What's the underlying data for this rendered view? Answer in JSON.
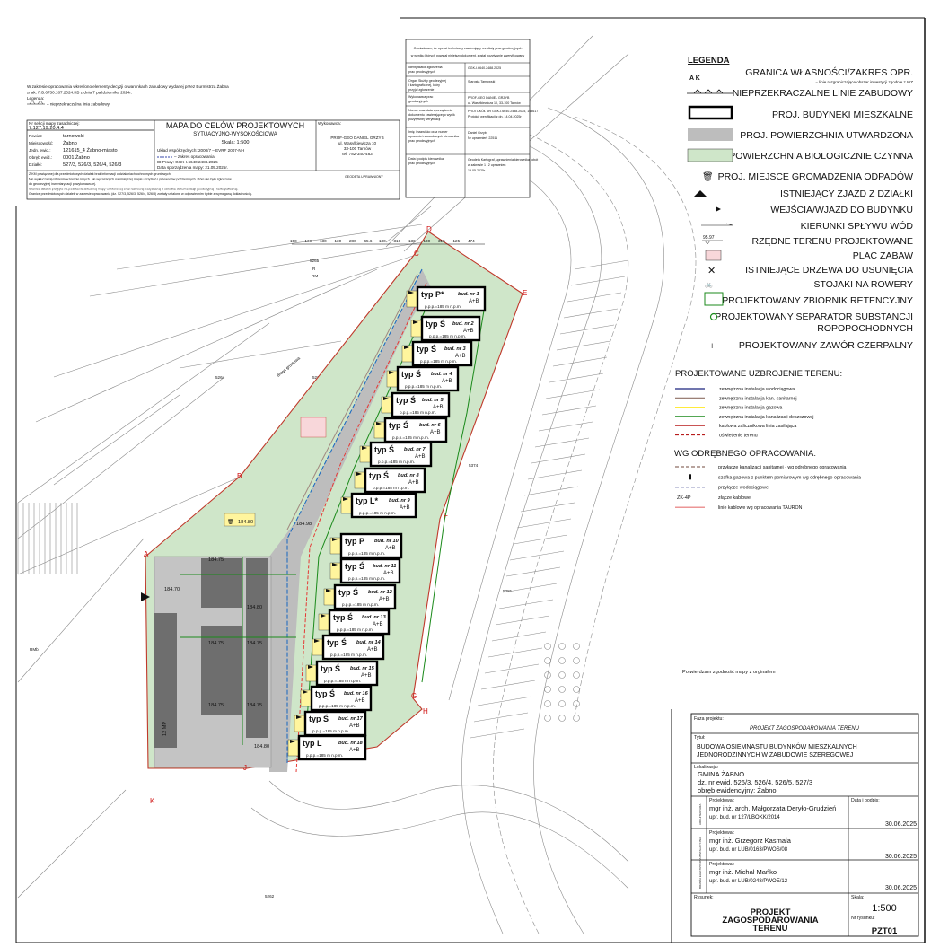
{
  "header": {
    "note_lines": [
      "W zakresie opracowania wkreślono elementy decyzji o warunkach zabudowy wydanej przez Burmistrza Żabna",
      "znak: RG.6730.187.2024.KB z dnia 7 października 2024r.",
      "Legenda:",
      "– nieprzekraczalna linia zabudowy"
    ],
    "section_label": "Nr sekcji mapy zasadniczej:",
    "section_value": "7.127.19.20.4.4",
    "rows": [
      {
        "label": "Powiat:",
        "value": "tarnowski"
      },
      {
        "label": "Miejscowość:",
        "value": "Żabno"
      },
      {
        "label": "Jedn. ewid.:",
        "value": "121615_4 Żabno-miasto"
      },
      {
        "label": "Obręb ewid.:",
        "value": "0001 Żabno"
      },
      {
        "label": "Działki:",
        "value": "527/3, 526/3, 526/4, 526/3"
      }
    ],
    "map_title": "MAPA DO CELÓW PROJEKTOWYCH",
    "map_subtitle": "SYTUACYJNO-WYSOKOŚCIOWA",
    "scale": "Skala: 1:500",
    "coords": "Układ współrzędnych: 2000/7 – EVRF 2007-NH",
    "range": "– zakres opracowania",
    "work_id": "ID Pracy: GGK-I.6640.2488.2025",
    "date": "Data sporządzenia mapy: 21.05.2025r.",
    "contractor_label": "Wykonawca:",
    "contractor_lines": [
      "PROF-GEO DANIEL GRZYB",
      "ul. Wasylkiewicza 10",
      "33-100 Tarnów",
      "tel. 782-340-483"
    ],
    "bottom_notes": [
      "Z KM powiązanej dla przedmiotowych działek brak informacji o działaniach ochronnych gruntowych.",
      "Nie wyklucza się istnienia w terenie innych, nie wykazanych na niniejszej mapie urządzeń i przewodów podziemnych, które nie były zgłoszone",
      "do geodezyjnej inwentaryzacji powykonawczej.",
      "Granice działek przyjęto na podstawie aktualnej mapy wektorowej oraz rastrowej pozyskanej z ośrodka dokumentacji geodezyjnej i kartograficznej.",
      "Granice przedmiotowych działek w zakresie opracowania (dz. 527/3, 526/3, 526/4, 526/3) zostały ustalone w odpowiednim trybie z wymaganą dokładnością."
    ],
    "stamp_lines": [
      "GEODETA UPRAWNIONY"
    ]
  },
  "certificate": {
    "heading": [
      "Oświadczam, że operat techniczny zawierający rezultaty prac geodezyjnych",
      "w wyniku których powstał niniejszy dokument, został pozytywnie zweryfikowany"
    ],
    "rows": [
      {
        "label": [
          "Identyfikator zgłoszenia",
          "prac geodezyjnych"
        ],
        "value": [
          "GGK-I.6640.2488.2025"
        ]
      },
      {
        "label": [
          "Organ Służby geodezyjnej",
          "i kartograficznej, który",
          "przyjął zgłoszenie"
        ],
        "value": [
          "Starosta Tarnowski"
        ]
      },
      {
        "label": [
          "Wykonawca prac",
          "geodezyjnych"
        ],
        "value": [
          "PROF-GEO DANIEL GRZYB",
          "ul. Wasylkiewicza 10, 33-100 Tarnów"
        ]
      },
      {
        "label": [
          "Numer oraz data sporządzenia",
          "dokumentu zawierającego wynik",
          "pozytywnej weryfikacji"
        ],
        "value": [
          "PROTOKÓŁ NR GGK-I.6640.2488.2025, 103617",
          "Protokół weryfikacji z dn. 14.04.2025r"
        ]
      },
      {
        "label": [
          "Imię i nazwisko oraz numer",
          "uprawnień zawodowych kierownika",
          "prac geodezyjnych"
        ],
        "value": [
          "Daniel Grzyb",
          "Nr uprawnień: 22511"
        ]
      },
      {
        "label": [
          "Data i podpis kierownika",
          "prac geodezyjnych"
        ],
        "value": [
          "Geodeta Kartograf, uprawnienia kierownika robót",
          "w zakresie 1 i 2 uprawnień",
          "19.05.2025r."
        ]
      }
    ]
  },
  "legend": {
    "title": "LEGENDA",
    "boundary_letters": "A K",
    "items": [
      {
        "label": "GRANICA WŁASNOŚCI/ZAKRES OPR.",
        "sub": "= linie rozgraniczające obszar inwestycji zgodnie z WZ"
      },
      {
        "label": "NIEPRZEKRACZALNE LINIE ZABUDOWY"
      },
      {
        "label": "PROJ. BUDYNEKI MIESZKALNE"
      },
      {
        "label": "PROJ. POWIERZCHNIA UTWARDZONA"
      },
      {
        "label": "POWIERZCHNIA BIOLOGICZNIE CZYNNA"
      },
      {
        "label": "PROJ. MIEJSCE GROMADZENIA ODPADÓW"
      },
      {
        "label": "ISTNIEJĄCY  ZJAZD Z DZIAŁKI"
      },
      {
        "label": "WEJŚCIA/WJAZD DO BUDYNKU"
      },
      {
        "label": "KIERUNKI SPŁYWU WÓD"
      },
      {
        "label": "RZĘDNE TERENU PROJEKTOWANE",
        "symbol_text": "95.97"
      },
      {
        "label": "PLAC ZABAW"
      },
      {
        "label": "ISTNIEJĄCE DRZEWA DO USUNIĘCIA"
      },
      {
        "label": "STOJAKI NA ROWERY"
      },
      {
        "label": "PROJEKTOWANY ZBIORNIK RETENCYJNY"
      },
      {
        "label": "PROJEKTOWANY SEPARATOR SUBSTANCJI",
        "label2": "ROPOPOCHODNYCH"
      },
      {
        "label": "PROJEKTOWANY ZAWÓR CZERPALNY"
      }
    ],
    "utilities_title": "PROJEKTOWANE UZBROJENIE TERENU:",
    "utilities": [
      {
        "label": "zewnętrzna instalacja wodociągowa",
        "color": "#1a237e",
        "dash": false
      },
      {
        "label": "zewnętrzna instalacja kan. sanitarnej",
        "color": "#8d6e63",
        "dash": false
      },
      {
        "label": "zewnętrzna instalacja gazowa",
        "color": "#ffeb3b",
        "dash": false
      },
      {
        "label": "zewnętrzna instalacja kanalizacji deszczowej",
        "color": "#1b8a1b",
        "dash": false
      },
      {
        "label": "kablowa zalicznikowa linia zasilająca",
        "color": "#b71c1c",
        "dash": false
      },
      {
        "label": "oświetlenie terenu",
        "color": "#b71c1c",
        "dash": true
      }
    ],
    "separate_title": "WG ODRĘBNEGO OPRACOWANIA:",
    "separate": [
      {
        "label": "przyłącze kanalizacji sanitarnej - wg odrębnego opracowania",
        "color": "#8d6e63",
        "kind": "dash"
      },
      {
        "label": "szafka gazowa z punktem pomiarowym wg odrębnego opracowania",
        "color": "#111",
        "kind": "box"
      },
      {
        "label": "przyłącze wodociągowe",
        "color": "#1a237e",
        "kind": "dash"
      },
      {
        "label": "złącze kablowe",
        "color": "#111",
        "kind": "text",
        "symbol_text": "ZK-4P"
      },
      {
        "label": "linie kablowe wg opracowania TAURON",
        "color": "#e57373",
        "kind": "line"
      }
    ]
  },
  "confirmation": "Potwierdzam zgodność mapy z orginałem",
  "plan": {
    "buildings": [
      {
        "type": "typ P*",
        "nr": "bud. nr 1"
      },
      {
        "type": "typ Ś",
        "nr": "bud. nr 2"
      },
      {
        "type": "typ Ś",
        "nr": "bud. nr 3"
      },
      {
        "type": "typ Ś",
        "nr": "bud. nr 4"
      },
      {
        "type": "typ Ś",
        "nr": "bud. nr 5"
      },
      {
        "type": "typ Ś",
        "nr": "bud. nr 6"
      },
      {
        "type": "typ Ś",
        "nr": "bud. nr 7"
      },
      {
        "type": "typ Ś",
        "nr": "bud. nr 8"
      },
      {
        "type": "typ L*",
        "nr": "bud. nr 9"
      },
      {
        "type": "typ P",
        "nr": "bud. nr 10"
      },
      {
        "type": "typ Ś",
        "nr": "bud. nr 11"
      },
      {
        "type": "typ Ś",
        "nr": "bud. nr 12"
      },
      {
        "type": "typ Ś",
        "nr": "bud. nr 13"
      },
      {
        "type": "typ Ś",
        "nr": "bud. nr 14"
      },
      {
        "type": "typ Ś",
        "nr": "bud. nr 15"
      },
      {
        "type": "typ Ś",
        "nr": "bud. nr 16"
      },
      {
        "type": "typ Ś",
        "nr": "bud. nr 17"
      },
      {
        "type": "typ L",
        "nr": "bud. nr 18"
      }
    ],
    "building_group": "A+B",
    "building_level": "p.p.p.=185 m n.p.m.",
    "points": [
      "A",
      "B",
      "C",
      "D",
      "E",
      "F",
      "G",
      "H",
      "J",
      "K"
    ],
    "elevations": [
      "184.80",
      "184.75",
      "184.70",
      "184.80",
      "184.75",
      "184.75",
      "184.75",
      "184.75",
      "184.80",
      "184.98"
    ],
    "parcels": [
      "5265",
      "R",
      "RM",
      "5264",
      "5374",
      "5381",
      "5262",
      "RMb"
    ],
    "road": "droga gruntowa",
    "parking": "12 MP",
    "dimensions": [
      "150",
      "130",
      "130",
      "130",
      "280",
      "65.6",
      "130",
      "310",
      "130",
      "130",
      "315",
      "125",
      "474"
    ]
  },
  "title_block": {
    "phase_label": "Faza projektu:",
    "phase": "PROJEKT ZAGOSPODAROWANIA TERENU",
    "title_label": "Tytuł:",
    "title": [
      "BUDOWA OSIEMNASTU BUDYNKÓW MIESZKALNYCH",
      "JEDNORODZINNYCH W ZABUDOWIE SZEREGOWEJ"
    ],
    "location_label": "Lokalizacja:",
    "location": [
      "GMINA ŻABNO",
      "dz. nr ewid. 526/3, 526/4, 526/5, 527/3",
      "obręb ewidencyjny: Żabno"
    ],
    "date_label": "Data i podpis:",
    "designers": [
      {
        "branch": "ARCHITEKTURA",
        "label": "Projektował:",
        "name": "mgr inż. arch. Małgorzata Deryło-Grudzień",
        "license": "upr. bud. nr 127/LBOKK/2014",
        "date": "30.06.2025"
      },
      {
        "branch": "INSTALACYJNA",
        "label": "Projektował:",
        "name": "mgr inż. Grzegorz Kasmala",
        "license": "upr. bud. nr LUB/0163/PWOS/08",
        "date": "30.06.2025"
      },
      {
        "branch": "BRANŻA ELEKTRYCZNA",
        "label": "Projektował:",
        "name": "mgr inż. Michał Mańko",
        "license": "upr. bud. nr LUB/0248/PWOE/12",
        "date": "30.06.2025"
      }
    ],
    "drawing_label": "Rysunek:",
    "drawing": [
      "PROJEKT",
      "ZAGOSPODAROWANIA",
      "TERENU"
    ],
    "scale_label": "Skala:",
    "scale": "1:500",
    "number_label": "Nr rysunku:",
    "number": "PZT01"
  }
}
